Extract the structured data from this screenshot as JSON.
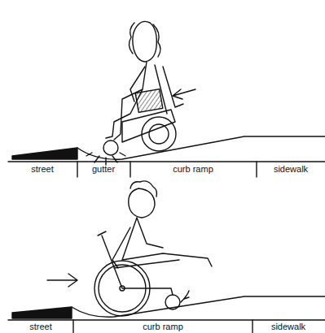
{
  "diagram": {
    "labels": [
      "street",
      "gutter",
      "curb ramp",
      "sidewalk",
      "street",
      "curb ramp",
      "sidewalk"
    ]
  }
}
